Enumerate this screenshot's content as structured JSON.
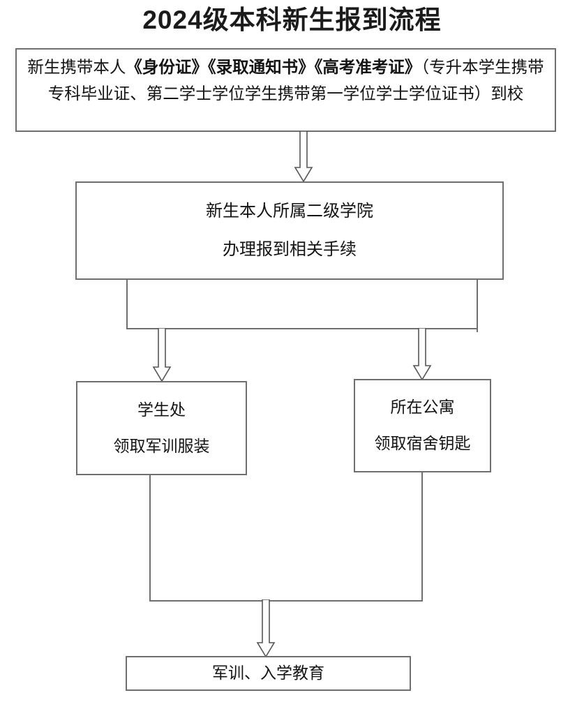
{
  "page": {
    "title": "2024级本科新生报到流程",
    "background": "#ffffff",
    "line_color": "#6f6f6f",
    "text_color": "#141414"
  },
  "flowchart": {
    "type": "flowchart",
    "orientation": "top-down",
    "nodes": [
      {
        "id": "arrival",
        "name": "arrival-documents-box",
        "text_full": "新生携带本人《身份证》《录取通知书》《高考准考证》（专升本学生携带专科毕业证、第二学士学位学生携带第一学位学士学位证书）到校",
        "segments": [
          {
            "text": "新生携带本人",
            "bold": false
          },
          {
            "text": "《身份证》《录取通知书》《高考准考证》",
            "bold": true
          },
          {
            "text": "（专升本学生携带专科毕业证、第二学士学位学生携带第一学位学士学位证书）到校",
            "bold": false
          }
        ]
      },
      {
        "id": "college",
        "name": "secondary-college-box",
        "line1": "新生本人所属二级学院",
        "line2": "办理报到相关手续"
      },
      {
        "id": "student_affairs",
        "name": "student-affairs-office-box",
        "line1": "学生处",
        "line2": "领取军训服装"
      },
      {
        "id": "dormitory",
        "name": "dormitory-box",
        "line1": "所在公寓",
        "line2": "领取宿舍钥匙"
      },
      {
        "id": "training",
        "name": "military-training-box",
        "line1": "军训、入学教育"
      }
    ],
    "edges": [
      {
        "from": "arrival",
        "to": "college",
        "style": "hollow-block-arrow"
      },
      {
        "from": "college",
        "to": "student_affairs",
        "style": "bracket-split-hollow-arrow"
      },
      {
        "from": "college",
        "to": "dormitory",
        "style": "bracket-split-hollow-arrow"
      },
      {
        "from": "student_affairs",
        "to": "training",
        "style": "bracket-merge-hollow-arrow"
      },
      {
        "from": "dormitory",
        "to": "training",
        "style": "bracket-merge-hollow-arrow"
      }
    ]
  }
}
